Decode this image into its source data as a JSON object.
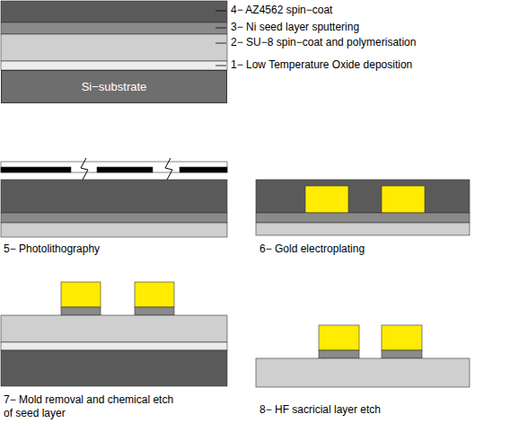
{
  "diagram": {
    "nodes": [
      {
        "text": [
          "Si−substrate"
        ]
      }
    ],
    "labels": [
      "4− AZ4562 spin−coat",
      "3− Ni seed layer sputtering",
      "2− SU−8 spin−coat and polymerisation",
      "1− Low Temperature Oxide deposition",
      "5− Photolithography",
      "6− Gold electroplating",
      "7− Mold removal and chemical etch of seed layer",
      "8− HF sacricial layer etch"
    ]
  }
}
